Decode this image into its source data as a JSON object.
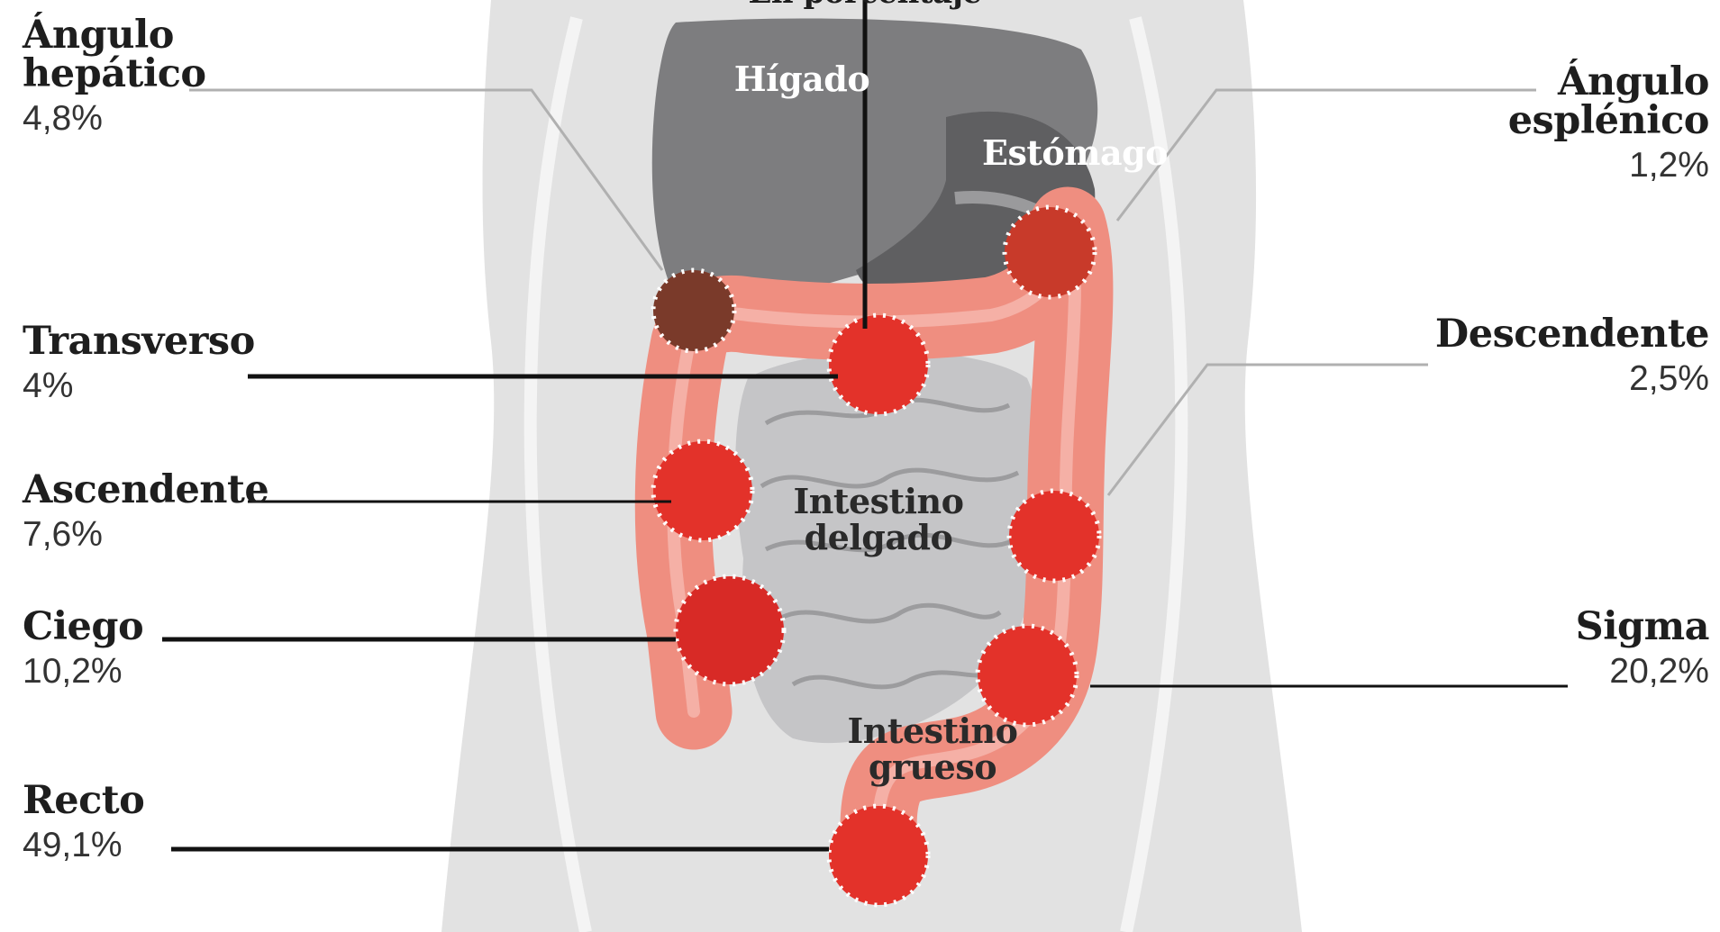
{
  "top_label": "En porcentaje",
  "organs": {
    "liver": "Hígado",
    "stomach": "Estómago",
    "small_intestine": "Intestino\ndelgado",
    "large_intestine": "Intestino\ngrueso"
  },
  "segments": {
    "hepatic": {
      "name": "Ángulo\nhepático",
      "pct": "4,8%"
    },
    "transverse": {
      "name": "Transverso",
      "pct": "4%"
    },
    "ascending": {
      "name": "Ascendente",
      "pct": "7,6%"
    },
    "cecum": {
      "name": "Ciego",
      "pct": "10,2%"
    },
    "rectum": {
      "name": "Recto",
      "pct": "49,1%"
    },
    "splenic": {
      "name": "Ángulo\nesplénico",
      "pct": "1,2%"
    },
    "descending": {
      "name": "Descendente",
      "pct": "2,5%"
    },
    "sigmoid": {
      "name": "Sigma",
      "pct": "20,2%"
    }
  },
  "colors": {
    "silhouette": "#e2e2e2",
    "liver": "#7d7d7f",
    "stomach": "#5f5f61",
    "small_intestine": "#c5c5c7",
    "colon": "#ef8e80",
    "highlight": "#e3322a",
    "leader_dark": "#111111",
    "leader_light": "#b0b0b0"
  }
}
